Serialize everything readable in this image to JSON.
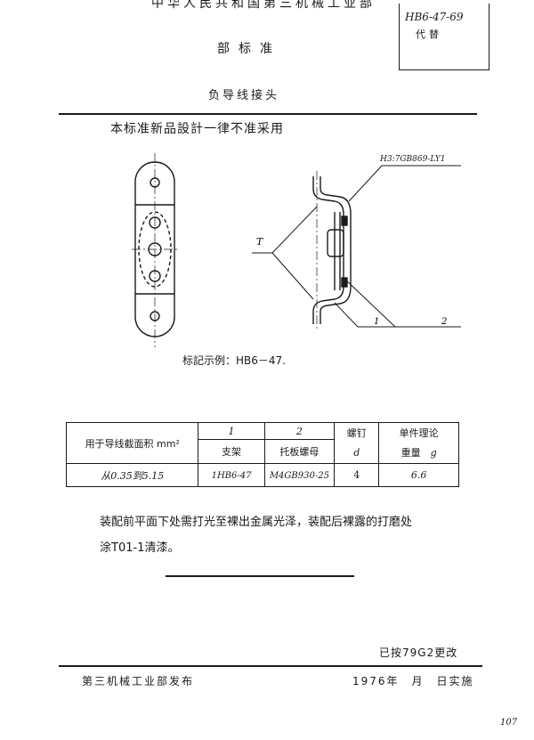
{
  "header": {
    "top_title": "中华人民共和国第三机械工业部",
    "std_label": "部标准",
    "code": "HB6-47-69",
    "replaces": "代替"
  },
  "title": "负导线接头",
  "notice": "本标准新品設計一律不准采用",
  "drawing": {
    "callout_material": "H3:7GB869-LY1",
    "label_T": "T",
    "label_1": "1",
    "label_2": "2"
  },
  "marking_example": "标記示例：HB6－47.",
  "table": {
    "col_usage": "用于导线截面积 mm²",
    "col1_no": "1",
    "col1_name": "支架",
    "col2_no": "2",
    "col2_name": "托板螺母",
    "col_screw": "螺钉",
    "col_screw_sym": "d",
    "col_weight": "单件理论",
    "col_weight2": "重量",
    "col_weight_unit": "g",
    "row": {
      "usage": "从0.35到5.15",
      "part1": "1HB6-47",
      "part2": "M4GB930-25",
      "d": "4",
      "weight": "6.6"
    }
  },
  "notes": [
    "装配前平面下处需打光至裸出金属光泽，装配后裸露的打磨处",
    "涂T01-1清漆。"
  ],
  "revision": "已按79G2更改",
  "footer": {
    "publisher": "第三机械工业部发布",
    "date": "1976年　月　日实施"
  },
  "page_number": "107"
}
